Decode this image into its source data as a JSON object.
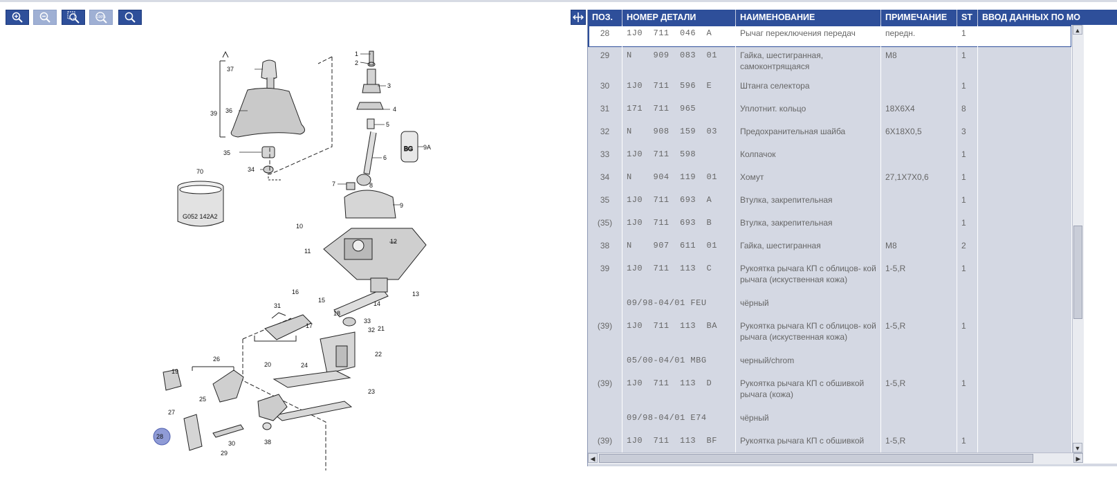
{
  "toolbar": {
    "buttons": [
      {
        "icon": "zoom-in-icon",
        "enabled": true
      },
      {
        "icon": "zoom-out-icon",
        "enabled": false
      },
      {
        "icon": "zoom-area-icon",
        "enabled": true
      },
      {
        "icon": "zoom-100-icon",
        "label": "100%",
        "enabled": false
      },
      {
        "icon": "search-icon",
        "enabled": true
      }
    ]
  },
  "diagram": {
    "labels": [
      "1",
      "2",
      "3",
      "4",
      "5",
      "6",
      "7",
      "8",
      "9",
      "9A",
      "10",
      "11",
      "12",
      "13",
      "14",
      "15",
      "16",
      "17",
      "18",
      "19",
      "20",
      "21",
      "22",
      "23",
      "24",
      "25",
      "26",
      "27",
      "28",
      "29",
      "30",
      "31",
      "32",
      "33",
      "34",
      "35",
      "36",
      "37",
      "38",
      "39",
      "70"
    ],
    "ring_text": "G052 142A2",
    "highlight": "28"
  },
  "table": {
    "columns": [
      "ПОЗ.",
      "НОМЕР ДЕТАЛИ",
      "НАИМЕНОВАНИЕ",
      "ПРИМЕЧАНИЕ",
      "ST",
      "ВВОД ДАННЫХ ПО МО"
    ],
    "rows": [
      {
        "pos": "28",
        "part": "1J0  711  046  A",
        "name": "Рычаг переключения передач",
        "note": "передн.",
        "qty": "1",
        "selected": true
      },
      {
        "pos": "29",
        "part": "N    909  083  01",
        "name": "Гайка, шестигранная, самоконтрящаяся",
        "note": "M8",
        "qty": "1"
      },
      {
        "pos": "30",
        "part": "1J0  711  596  E",
        "name": "Штанга селектора",
        "note": "",
        "qty": "1"
      },
      {
        "pos": "31",
        "part": "171  711  965",
        "name": "Уплотнит. кольцо",
        "note": "18X6X4",
        "qty": "8"
      },
      {
        "pos": "32",
        "part": "N    908  159  03",
        "name": "Предохранительная шайба",
        "note": "6X18X0,5",
        "qty": "3"
      },
      {
        "pos": "33",
        "part": "1J0  711  598",
        "name": "Колпачок",
        "note": "",
        "qty": "1"
      },
      {
        "pos": "34",
        "part": "N    904  119  01",
        "name": "Хомут",
        "note": "27,1X7X0,6",
        "qty": "1"
      },
      {
        "pos": "35",
        "part": "1J0  711  693  A",
        "name": "Втулка, закрепительная",
        "note": "",
        "qty": "1"
      },
      {
        "pos": "(35)",
        "part": "1J0  711  693  B",
        "name": "Втулка, закрепительная",
        "note": "",
        "qty": "1"
      },
      {
        "pos": "38",
        "part": "N    907  611  01",
        "name": "Гайка, шестигранная",
        "note": "M8",
        "qty": "2"
      },
      {
        "pos": "39",
        "part": "1J0  711  113  C",
        "name": "Рукоятка рычага КП с облицов- кой рычага (искуственная кожа)",
        "note": "1-5,R",
        "qty": "1"
      },
      {
        "pos": "",
        "part": "09/98-04/01 FEU",
        "name": "чёрный",
        "note": "",
        "qty": ""
      },
      {
        "pos": "(39)",
        "part": "1J0  711  113  BA",
        "name": "Рукоятка рычага КП с облицов- кой рычага (искуственная кожа)",
        "note": "1-5,R",
        "qty": "1"
      },
      {
        "pos": "",
        "part": "05/00-04/01 MBG",
        "name": "черный/chrom",
        "note": "",
        "qty": ""
      },
      {
        "pos": "(39)",
        "part": "1J0  711  113  D",
        "name": "Рукоятка рычага КП с обшивкой рычага (кожа)",
        "note": "1-5,R",
        "qty": "1"
      },
      {
        "pos": "",
        "part": "09/98-04/01 E74",
        "name": "чёрный",
        "note": "",
        "qty": ""
      },
      {
        "pos": "(39)",
        "part": "1J0  711  113  BF",
        "name": "Рукоятка рычага КП с обшивкой",
        "note": "1-5,R",
        "qty": "1"
      }
    ]
  },
  "colors": {
    "accent": "#2e4f9a",
    "row_bg": "#d4d8e3",
    "text": "#666666"
  }
}
